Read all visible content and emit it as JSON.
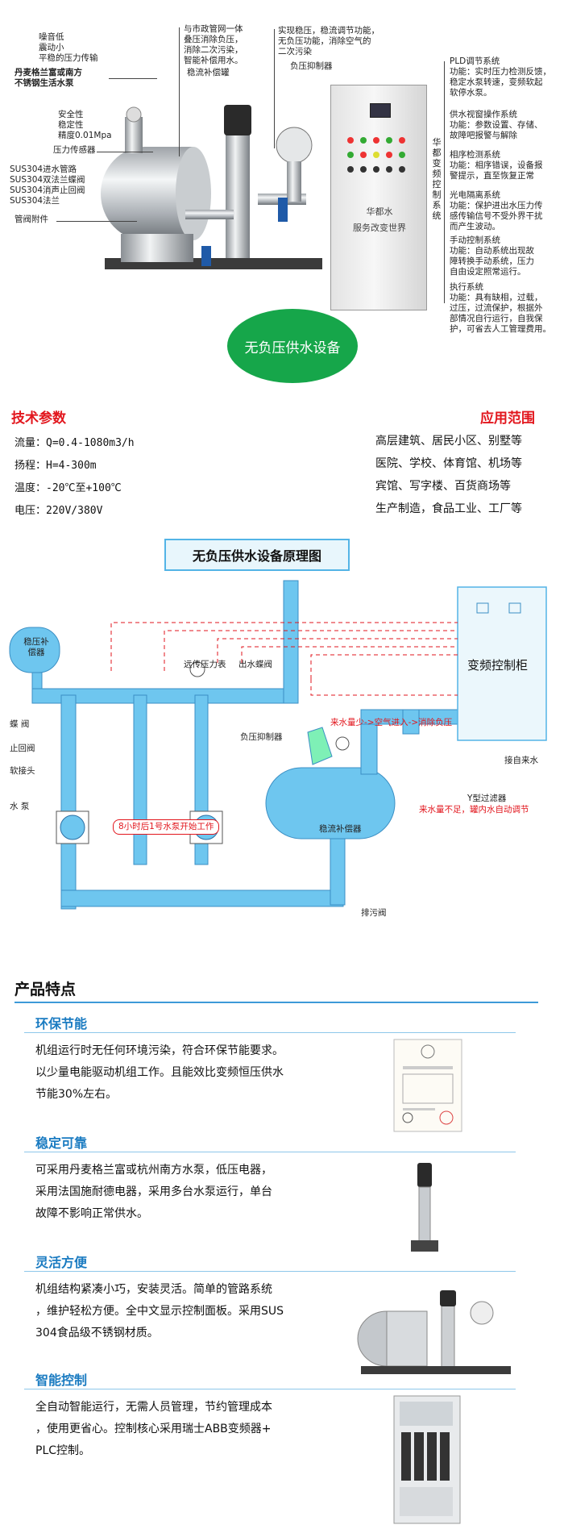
{
  "hero": {
    "callouts_left": {
      "noise": [
        "噪音低",
        "震动小",
        "平稳的压力传输"
      ],
      "pump": [
        "丹麦格兰富或南方",
        "不锈钢生活水泵"
      ],
      "sensor": [
        "安全性",
        "稳定性",
        "精度0.01Mpa"
      ],
      "sensor_label": "压力传感器",
      "pipes": [
        "SUS304进水管路",
        "SUS304双法兰蝶阀",
        "SUS304消声止回阀",
        "SUS304法兰"
      ],
      "fittings": "管阀附件"
    },
    "callouts_top": {
      "tank": [
        "与市政管网一体",
        "叠压消除负压，",
        "消除二次污染，",
        "智能补偿用水。"
      ],
      "tank_label": "稳流补偿罐",
      "suppressor": [
        "实现稳压，稳流调节功能，",
        "无负压功能，消除空气的",
        "二次污染"
      ],
      "suppressor_label": "负压抑制器"
    },
    "cabinet_text": [
      "华都水",
      "服务改变世界"
    ],
    "vertical_title": "华都变频控制系统",
    "right_systems": [
      {
        "title": "PLD调节系统",
        "desc": [
          "功能：实时压力检测反馈，",
          "稳定水泵转速，变频软起",
          "软停水泵。"
        ]
      },
      {
        "title": "供水视窗操作系统",
        "desc": [
          "功能：参数设置、存储、",
          "故障吧报警与解除"
        ]
      },
      {
        "title": "相序检测系统",
        "desc": [
          "功能：相序错误，设备报",
          "警提示，直至恢复正常"
        ]
      },
      {
        "title": "光电隔离系统",
        "desc": [
          "功能：保护进出水压力传",
          "感传输信号不受外界干扰",
          "而产生波动。"
        ]
      },
      {
        "title": "手动控制系统",
        "desc": [
          "功能：自动系统出现故",
          "障转换手动系统，压力",
          "自由设定照常运行。"
        ]
      },
      {
        "title": "执行系统",
        "desc": [
          "功能：具有缺相，过载，",
          "过压，过流保护，根据外",
          "部情况自行运行，自我保",
          "护，可省去人工管理费用。"
        ]
      }
    ],
    "bubble": "无负压供水设备"
  },
  "tech": {
    "title": "技术参数",
    "params": [
      "流量：Q=0.4-1080m3/h",
      "扬程：H=4-300m",
      "温度：-20℃至+100℃",
      "电压：220V/380V"
    ]
  },
  "application": {
    "title": "应用范围",
    "items": [
      "高层建筑、居民小区、别墅等",
      "医院、学校、体育馆、机场等",
      "宾馆、写字楼、百货商场等",
      "生产制造，食品工业、工厂等"
    ]
  },
  "diagram": {
    "title": "无负压供水设备原理图",
    "labels": {
      "stabilizer": "稳压补偿器",
      "gauge": "远传压力表",
      "outlet_valve": "出水蝶阀",
      "cabinet": "变频控制柜",
      "butterfly": "蝶 阀",
      "check": "止回阀",
      "soft": "软接头",
      "pump": "水 泵",
      "suppressor": "负压抑制器",
      "tank": "稳流补偿器",
      "drain": "排污阀",
      "filter": "Y型过滤器",
      "inlet": "接自来水",
      "note_low": "来水量少->空气进入->消除负压",
      "note_short": "来水量不足，罐内水自动调节",
      "pump_note": "8小时后1号水泵开始工作"
    }
  },
  "features": {
    "title": "产品特点",
    "items": [
      {
        "title": "环保节能",
        "lines": [
          "机组运行时无任何环境污染，符合环保节能要求。",
          "以少量电能驱动机组工作。且能效比变频恒压供水",
          "节能30%左右。"
        ]
      },
      {
        "title": "稳定可靠",
        "lines": [
          "可采用丹麦格兰富或杭州南方水泵，低压电器，",
          "采用法国施耐德电器，采用多台水泵运行，单台",
          "故障不影响正常供水。"
        ]
      },
      {
        "title": "灵活方便",
        "lines": [
          "机组结构紧凑小巧，安装灵活。简单的管路系统",
          "，维护轻松方便。全中文显示控制面板。采用SUS",
          "304食品级不锈钢材质。"
        ]
      },
      {
        "title": "智能控制",
        "lines": [
          "全自动智能运行，无需人员管理，节约管理成本",
          "，使用更省心。控制核心采用瑞士ABB变频器+",
          "PLC控制。"
        ]
      }
    ]
  },
  "colors": {
    "red": "#e2161d",
    "blue": "#1a7bc1",
    "pipe": "#6ec6ef",
    "green": "#16a64a"
  }
}
